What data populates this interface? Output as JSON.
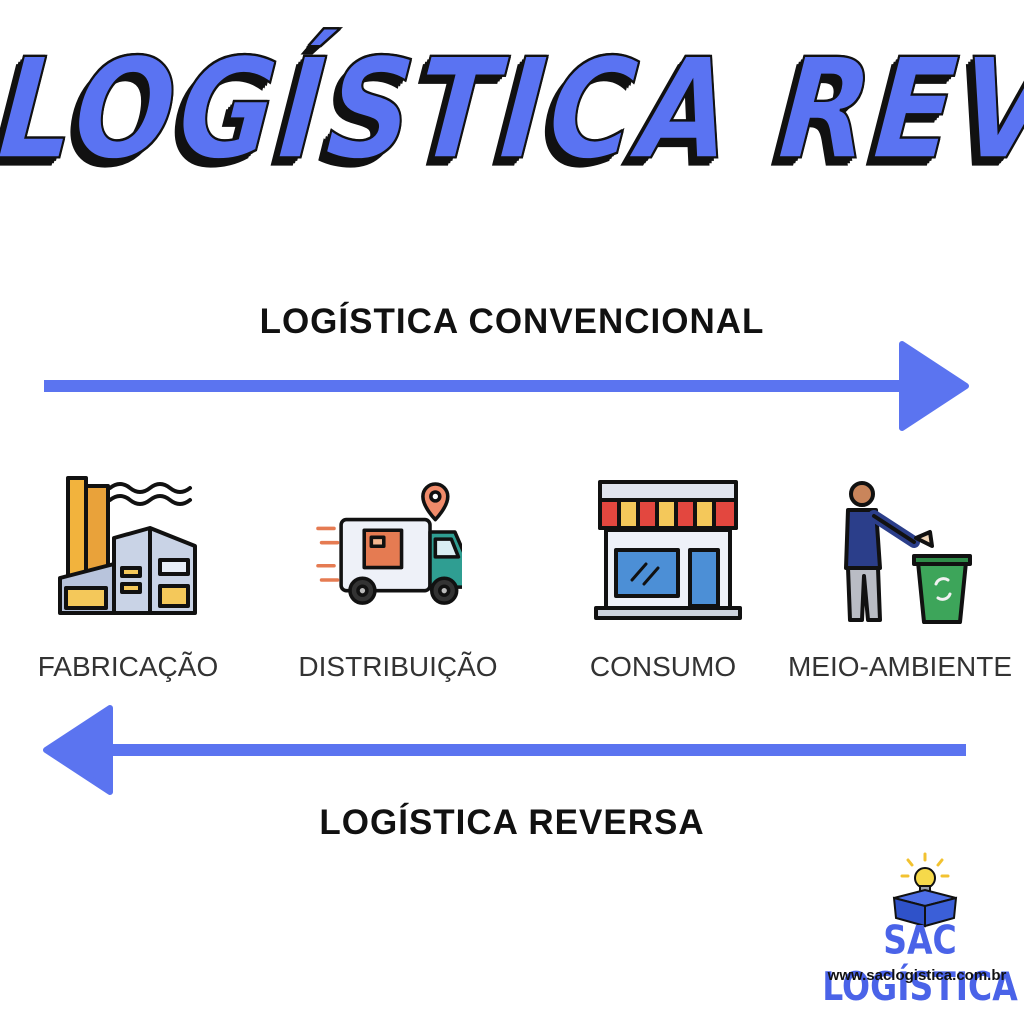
{
  "title": "LOGÍSTICA REVERSA",
  "flows": {
    "conventional_label": "LOGÍSTICA CONVENCIONAL",
    "reverse_label": "LOGÍSTICA REVERSA"
  },
  "stages": [
    {
      "label": "FABRICAÇÃO",
      "icon": "factory-icon"
    },
    {
      "label": "DISTRIBUIÇÃO",
      "icon": "delivery-truck-icon"
    },
    {
      "label": "CONSUMO",
      "icon": "store-icon"
    },
    {
      "label": "MEIO-AMBIENTE",
      "icon": "recycling-person-icon"
    }
  ],
  "brand": {
    "name": "SAC LOGÍSTICA",
    "url": "www.saclogistica.com.br",
    "logo_icon": "lightbulb-box-icon"
  },
  "colors": {
    "accent": "#5a73f2",
    "arrow": "#5b74f0",
    "text": "#111111"
  }
}
